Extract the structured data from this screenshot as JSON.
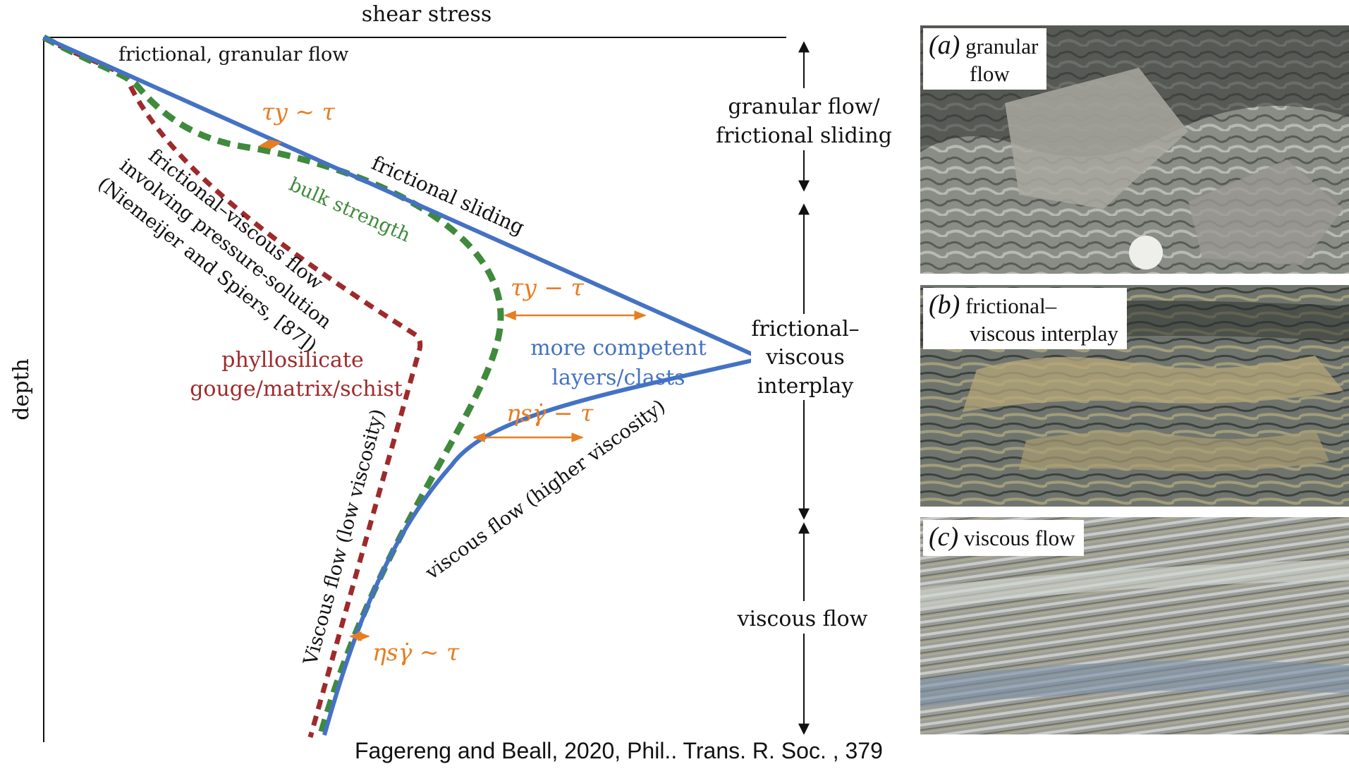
{
  "diagram": {
    "x_axis_label": "shear stress",
    "y_axis_label": "depth",
    "curve_labels": {
      "frictional_granular": "frictional, granular flow",
      "frictional_sliding": "frictional sliding",
      "bulk_strength": "bulk strength",
      "frictional_viscous_1": "frictional–viscous flow",
      "frictional_viscous_2": "involving pressure-solution",
      "frictional_viscous_3": "(Niemeijer and Spiers, [87])",
      "viscous_low": "Viscous flow (low viscosity)",
      "viscous_high": "viscous flow (higher viscosity)"
    },
    "region_labels": {
      "phyllo_1": "phyllosilicate",
      "phyllo_2": "gouge/matrix/schist",
      "competent_1": "more competent",
      "competent_2": "layers/clasts"
    },
    "stress_labels": {
      "tau_y_sim": "τy ~ τ",
      "tau_y_minus": "τy − τ",
      "eta_minus": "ηsγ̇ − τ",
      "eta_sim": "ηsγ̇ ~ τ"
    },
    "depth_zones": {
      "granular_1": "granular flow/",
      "granular_2": "frictional sliding",
      "interplay_1": "frictional–",
      "interplay_2": "viscous",
      "interplay_3": "interplay",
      "viscous": "viscous flow"
    },
    "colors": {
      "frictional_viscous_curve": "#9e2a2b",
      "bulk_strength_curve": "#3f8a3c",
      "competent_curve": "#4472c4",
      "stress_arrows": "#e67e22",
      "ink": "#111111"
    }
  },
  "photos": [
    {
      "tag": "(a)",
      "caption_1": "granular",
      "caption_2": "flow"
    },
    {
      "tag": "(b)",
      "caption_1": "frictional–",
      "caption_2": "viscous interplay"
    },
    {
      "tag": "(c)",
      "caption_1": "viscous flow",
      "caption_2": ""
    }
  ],
  "citation": "Fagereng and Beall, 2020, Phil.. Trans. R. Soc. , 379"
}
